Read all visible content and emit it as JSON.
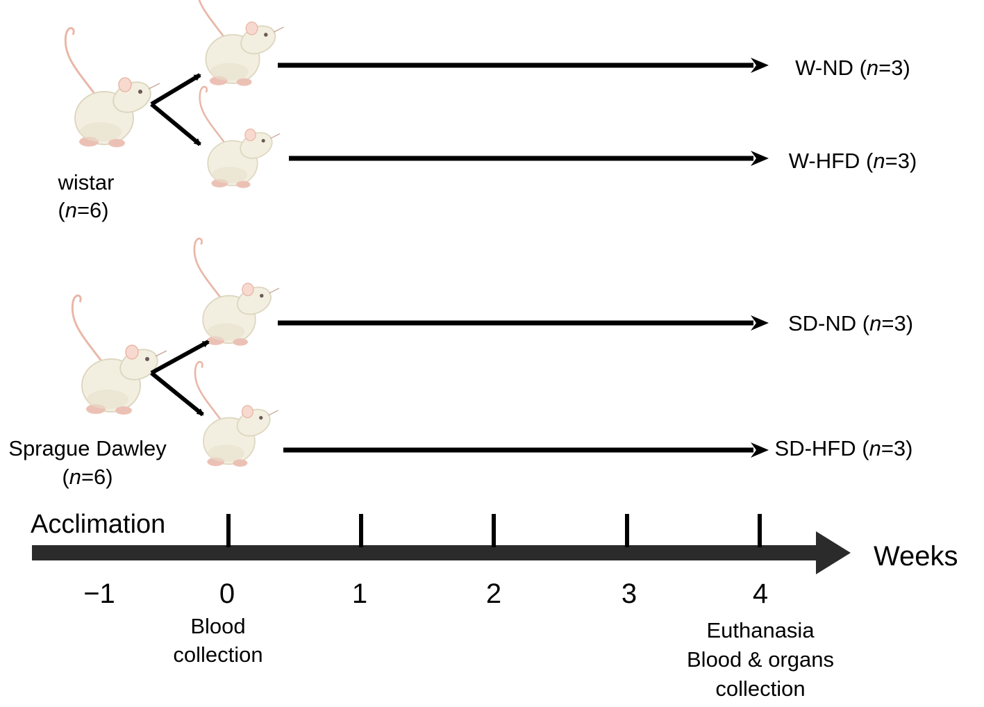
{
  "strains": [
    {
      "name": "wistar",
      "n_text": "(n=6)",
      "n_prefix": "(",
      "n_italic": "n",
      "n_suffix": "=6)"
    },
    {
      "name": "Sprague Dawley",
      "n_text": "(n=6)",
      "n_prefix": "(",
      "n_italic": "n",
      "n_suffix": "=6)"
    }
  ],
  "groups": [
    {
      "name": "W-ND",
      "prefix": "W-ND (",
      "italic": "n",
      "suffix": "=3)"
    },
    {
      "name": "W-HFD",
      "prefix": "W-HFD (",
      "italic": "n",
      "suffix": "=3)"
    },
    {
      "name": "SD-ND",
      "prefix": "SD-ND (",
      "italic": "n",
      "suffix": "=3)"
    },
    {
      "name": "SD-HFD",
      "prefix": "SD-HFD (",
      "italic": "n",
      "suffix": "=3)"
    }
  ],
  "timeline": {
    "phase_label": "Acclimation",
    "axis_label": "Weeks",
    "weeks": [
      "−1",
      "0",
      "1",
      "2",
      "3",
      "4"
    ],
    "events": [
      {
        "week": "0",
        "lines": [
          "Blood",
          "collection"
        ]
      },
      {
        "week": "4",
        "lines": [
          "Euthanasia",
          "Blood & organs",
          "collection"
        ]
      }
    ]
  },
  "colors": {
    "arrow": "#000000",
    "timeline_bar": "#2b2b2b",
    "rat_body": "#f3efe0",
    "rat_shade": "#ddd6c0",
    "rat_pink": "#e9b7a8"
  }
}
